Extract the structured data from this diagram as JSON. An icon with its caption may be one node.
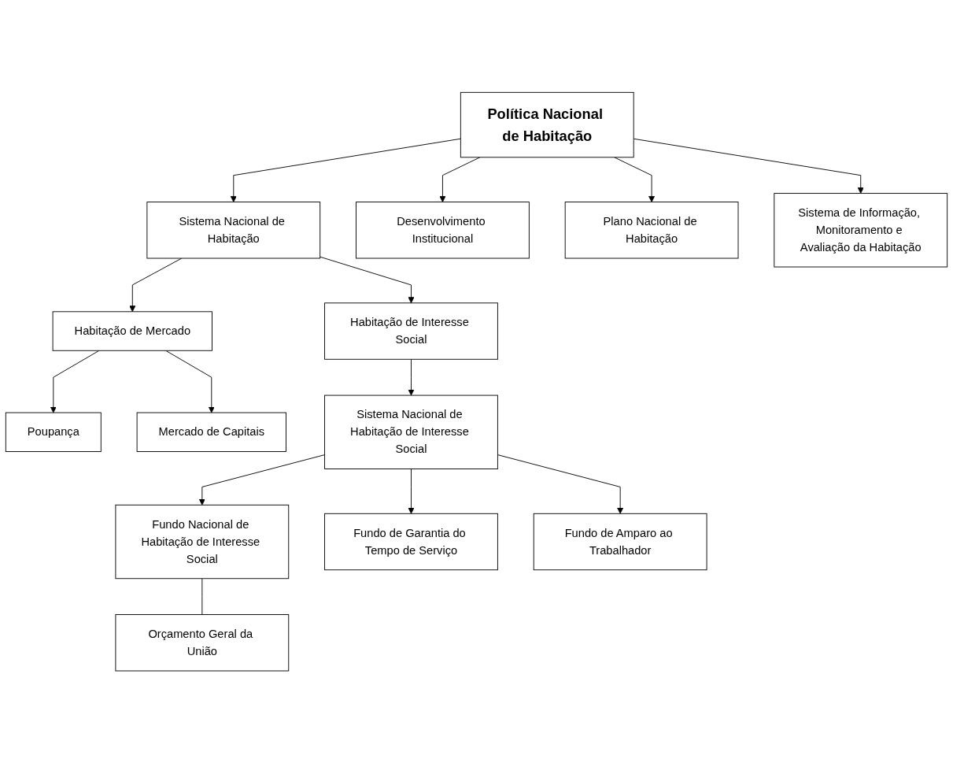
{
  "diagram": {
    "nodes": [
      {
        "text": [
          "Política Nacional de Habitação"
        ]
      },
      {
        "text": [
          "Sistema Nacional de Habitação"
        ]
      },
      {
        "text": [
          "Desenvolvimento Institucional"
        ]
      },
      {
        "text": [
          "Plano Nacional de Habitação"
        ]
      },
      {
        "text": [
          "Sistema de Informação, Monitoramento e Avaliação da Habitação"
        ]
      },
      {
        "text": [
          "Habitação de Interesse Social"
        ]
      },
      {
        "text": [
          "Habitação de Mercado"
        ]
      },
      {
        "text": [
          "Poupança"
        ]
      },
      {
        "text": [
          "Mercado de Capitais"
        ]
      },
      {
        "text": [
          "Sistema Nacional de Habitação de Interesse Social"
        ]
      },
      {
        "text": [
          "Fundo Nacional de Habitação de Interesse Social"
        ]
      },
      {
        "text": [
          "Orçamento Geral da União"
        ]
      },
      {
        "text": [
          "Fundo de Garantia do Tempo de Serviço"
        ]
      },
      {
        "text": [
          "Fundo de Amparo ao Trabalhador"
        ]
      }
    ],
    "edges": [
      {
        "from": 0,
        "to": 1,
        "arrow": "to"
      },
      {
        "from": 0,
        "to": 2,
        "arrow": "to"
      },
      {
        "from": 0,
        "to": 3,
        "arrow": "to"
      },
      {
        "from": 0,
        "to": 4,
        "arrow": "to"
      },
      {
        "from": 1,
        "to": 5,
        "arrow": "to"
      },
      {
        "from": 1,
        "to": 6,
        "arrow": "to"
      },
      {
        "from": 6,
        "to": 7,
        "arrow": "to"
      },
      {
        "from": 6,
        "to": 8,
        "arrow": "to"
      },
      {
        "from": 5,
        "to": 9,
        "arrow": "to"
      },
      {
        "from": 9,
        "to": 10,
        "arrow": "to"
      },
      {
        "from": 9,
        "to": 12,
        "arrow": "to"
      },
      {
        "from": 9,
        "to": 13,
        "arrow": "to"
      },
      {
        "from": 10,
        "to": 11,
        "arrow": "none"
      }
    ]
  }
}
